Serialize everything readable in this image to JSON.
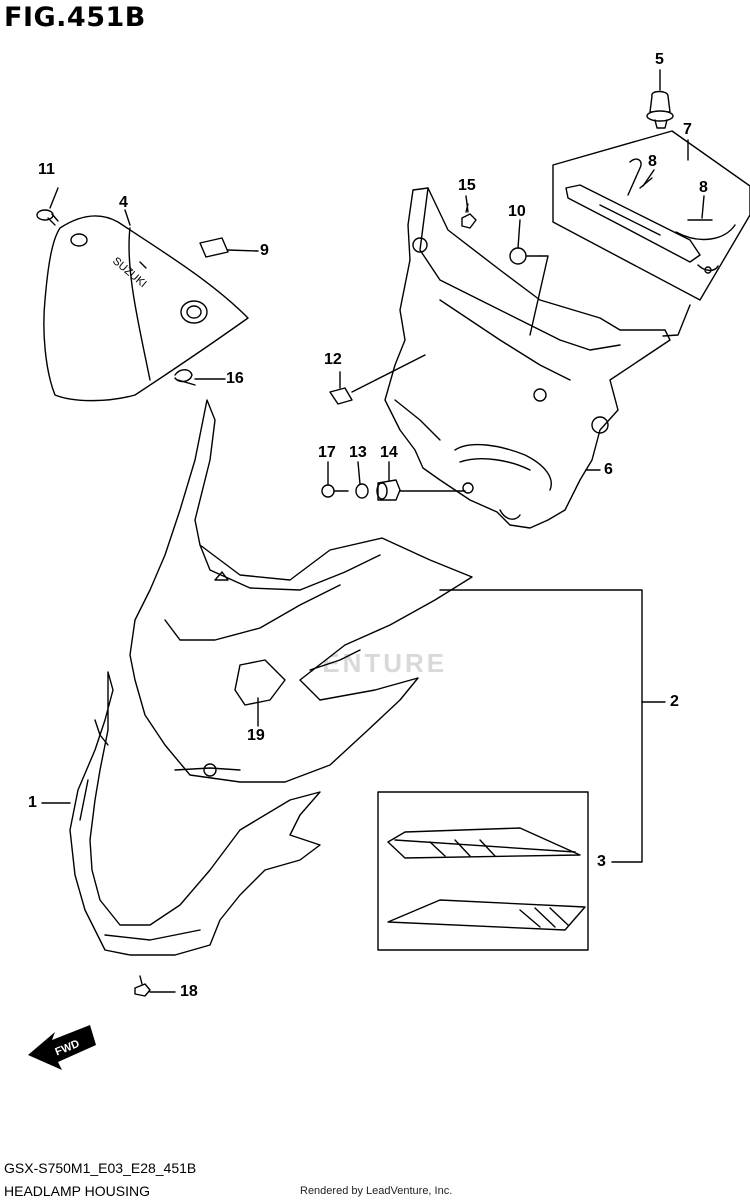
{
  "figure": {
    "title": "FIG.451B"
  },
  "watermark": {
    "text": "EADVENTURE"
  },
  "parts": [
    {
      "ref": "1"
    },
    {
      "ref": "2"
    },
    {
      "ref": "3"
    },
    {
      "ref": "4"
    },
    {
      "ref": "5"
    },
    {
      "ref": "6"
    },
    {
      "ref": "7"
    },
    {
      "ref": "8"
    },
    {
      "ref": "9"
    },
    {
      "ref": "10"
    },
    {
      "ref": "11"
    },
    {
      "ref": "12"
    },
    {
      "ref": "13"
    },
    {
      "ref": "14"
    },
    {
      "ref": "15"
    },
    {
      "ref": "16"
    },
    {
      "ref": "17"
    },
    {
      "ref": "18"
    },
    {
      "ref": "19"
    }
  ],
  "labels": {
    "p8b": "8",
    "brand": "SUZUKI",
    "fwd": "FWD"
  },
  "footer": {
    "code": "GSX-S750M1_E03_E28_451B",
    "name": "HEADLAMP HOUSING",
    "rendered": "Rendered by LeadVenture, Inc."
  }
}
